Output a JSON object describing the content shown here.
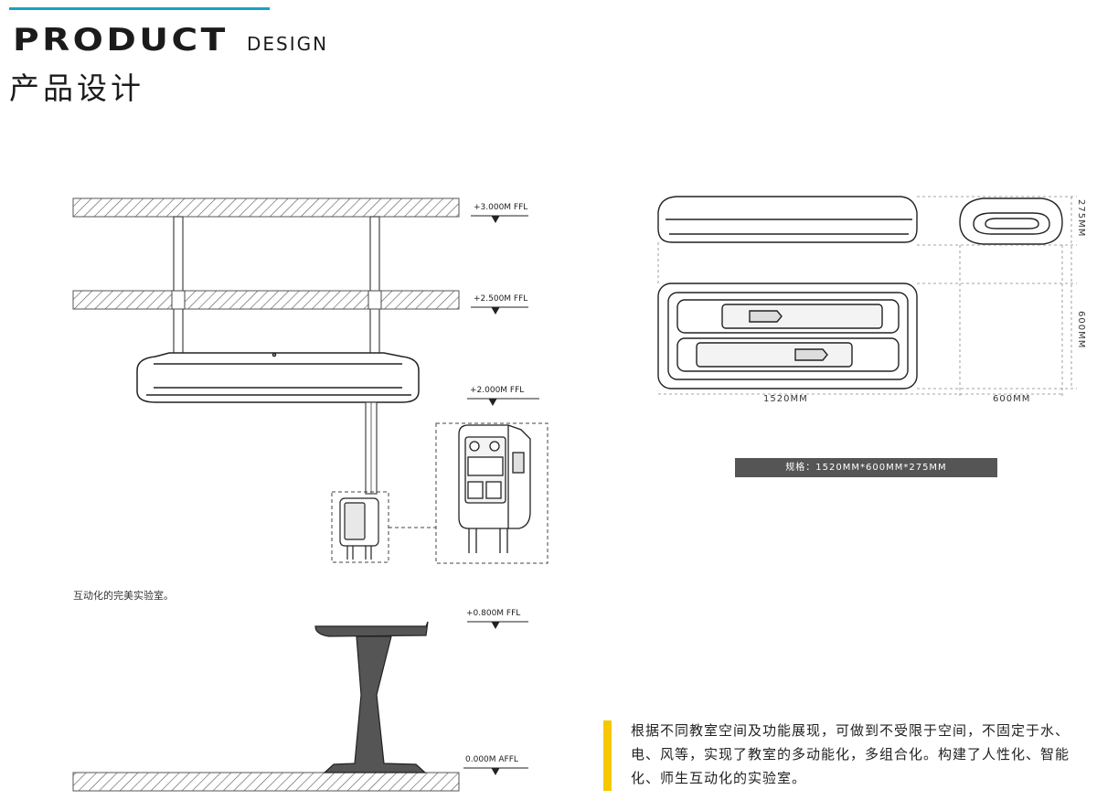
{
  "header": {
    "title_main": "PRODUCT",
    "title_sub": "DESIGN",
    "title_cn": "产品设计"
  },
  "levels": {
    "l3000": "+3.000M  FFL",
    "l2500": "+2.500M  FFL",
    "l2000": "+2.000M FFL",
    "l0800": "+0.800M  FFL",
    "l0000": "0.000M  AFFL"
  },
  "caption": "互动化的完美实验室。",
  "dimensions": {
    "width": "1520MM",
    "depth": "600MM",
    "depth_side": "600MM",
    "height": "275MM"
  },
  "spec": "规格：1520MM*600MM*275MM",
  "description": "根据不同教室空间及功能展现，可做到不受限于空间，不固定于水、电、风等，实现了教室的多动能化，多组合化。构建了人性化、智能化、师生互动化的实验室。",
  "colors": {
    "accent_line": "#1aa1c8",
    "highlight_bar": "#f5c800",
    "spec_bar": "#555555"
  }
}
